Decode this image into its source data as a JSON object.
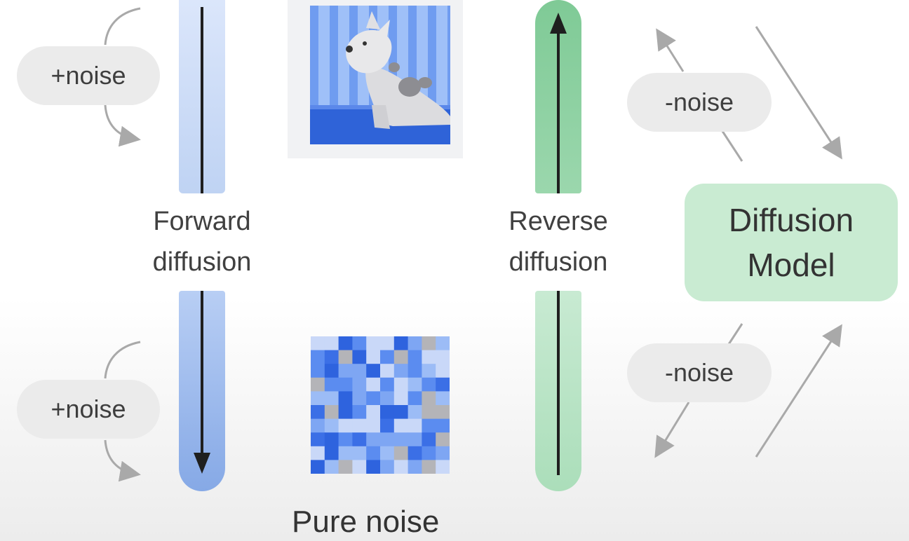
{
  "pills": {
    "forward_top": "+noise",
    "forward_bottom": "+noise",
    "reverse_top": "-noise",
    "reverse_bottom": "-noise"
  },
  "labels": {
    "forward_line1": "Forward",
    "forward_line2": "diffusion",
    "reverse_line1": "Reverse",
    "reverse_line2": "diffusion",
    "model_line1": "Diffusion",
    "model_line2": "Model",
    "noise_caption": "Pure noise"
  },
  "colors": {
    "forward_bar": "#c3d6f5",
    "reverse_bar": "#8fd1a3",
    "model_box": "#c9ebd2",
    "pill_bg": "#ebebeb",
    "arrow_gray": "#a9a9a9"
  }
}
